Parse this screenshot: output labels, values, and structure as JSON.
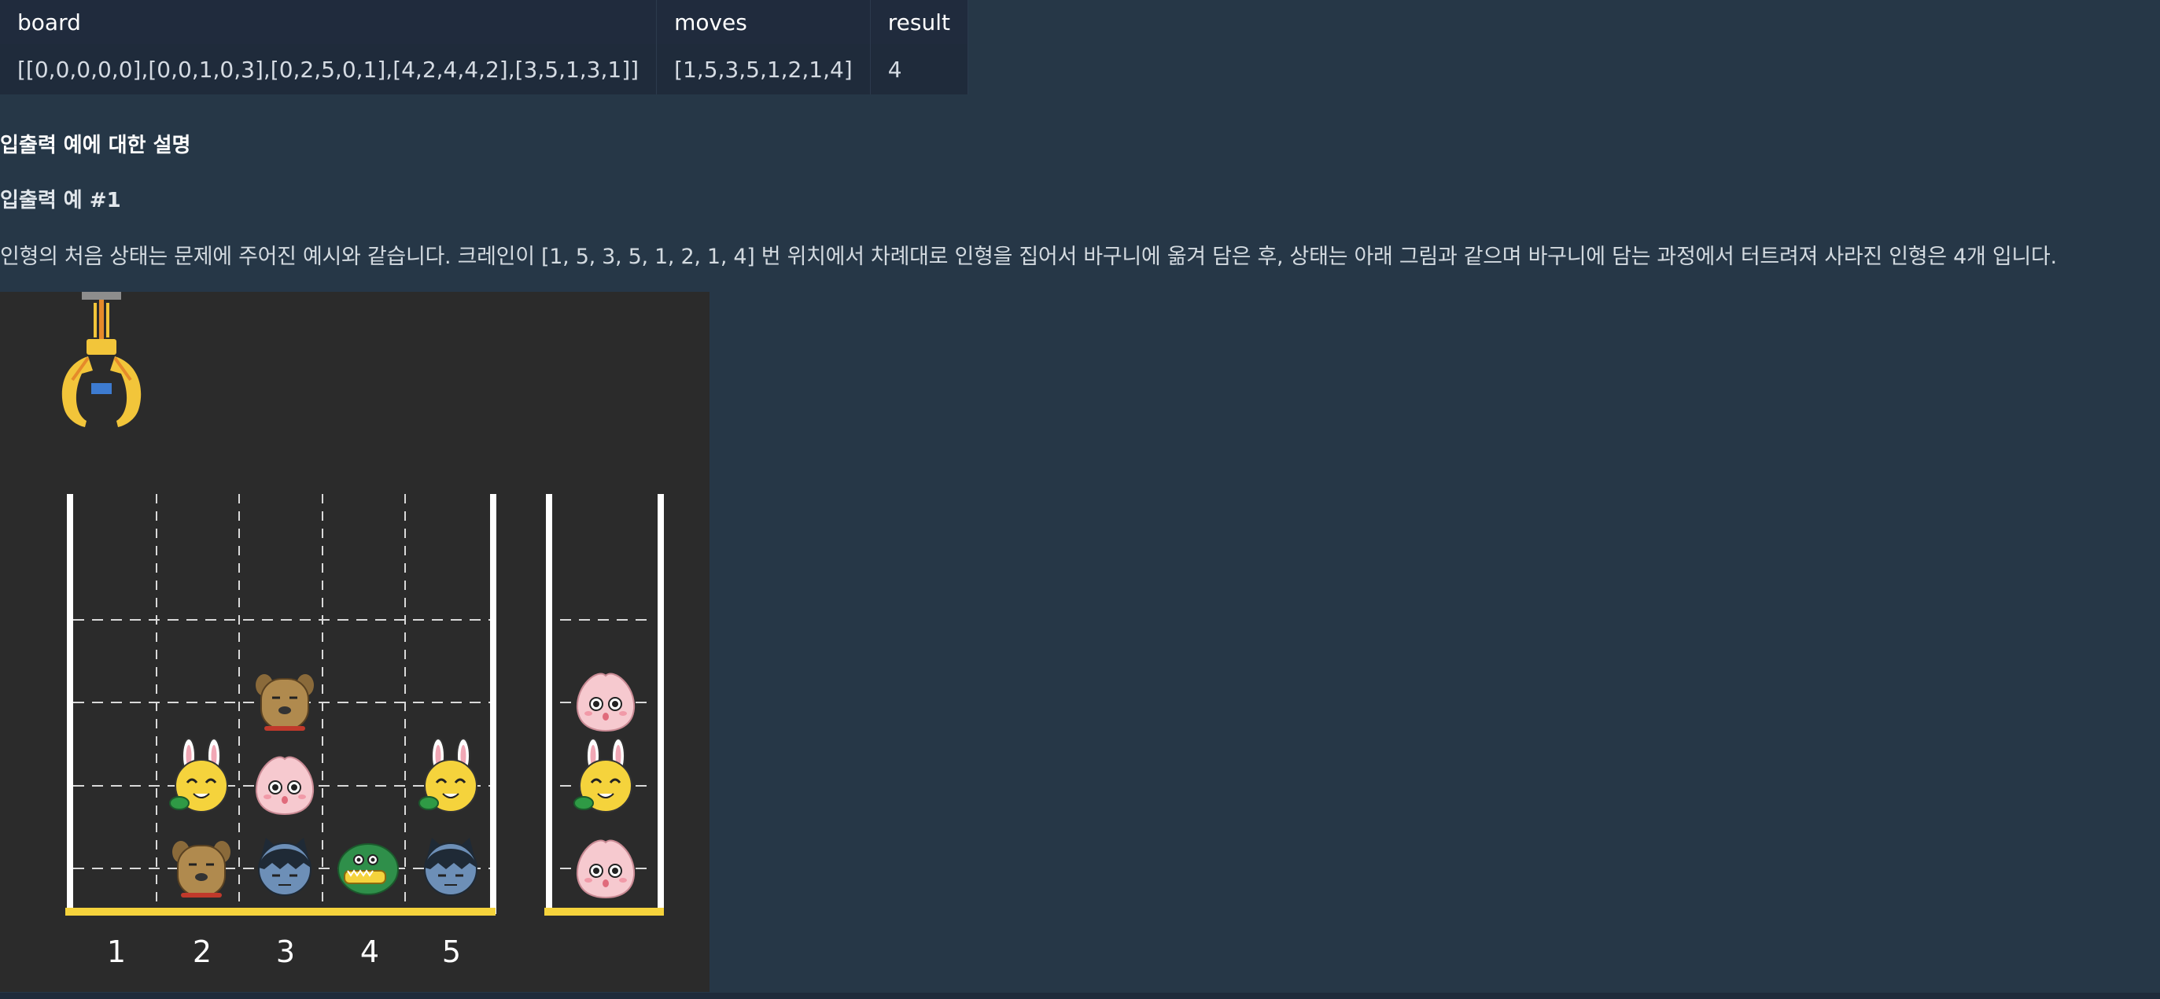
{
  "table": {
    "headers": [
      "board",
      "moves",
      "result"
    ],
    "row": {
      "board": "[[0,0,0,0,0],[0,0,1,0,3],[0,2,5,0,1],[4,2,4,4,2],[3,5,1,3,1]]",
      "moves": "[1,5,3,5,1,2,1,4]",
      "result": "4"
    }
  },
  "explanation_heading": "입출력 예에 대한 설명",
  "example1_heading": "입출력 예 #1",
  "description": "인형의 처음 상태는 문제에 주어진 예시와 같습니다. 크레인이 [1, 5, 3, 5, 1, 2, 1, 4] 번 위치에서 차례대로 인형을 집어서 바구니에 옮겨 담은 후, 상태는 아래 그림과 같으며 바구니에 담는 과정에서 터트려져 사라진 인형은 4개 입니다.",
  "figure": {
    "column_labels": [
      "1",
      "2",
      "3",
      "4",
      "5"
    ],
    "colors": {
      "panel": "#2b2b2b",
      "frame": "#ffffff",
      "floor": "#f5d33c",
      "dashes": "#d9d9d9"
    },
    "dolls": [
      {
        "type": "dog",
        "column": 2,
        "level": 1
      },
      {
        "type": "cat",
        "column": 3,
        "level": 1
      },
      {
        "type": "croc",
        "column": 4,
        "level": 1
      },
      {
        "type": "cat",
        "column": 5,
        "level": 1
      },
      {
        "type": "rabbit",
        "column": 2,
        "level": 2
      },
      {
        "type": "peach",
        "column": 3,
        "level": 2
      },
      {
        "type": "rabbit",
        "column": 5,
        "level": 2
      },
      {
        "type": "dog",
        "column": 3,
        "level": 3
      }
    ],
    "basket": [
      "peach",
      "rabbit",
      "peach"
    ]
  }
}
